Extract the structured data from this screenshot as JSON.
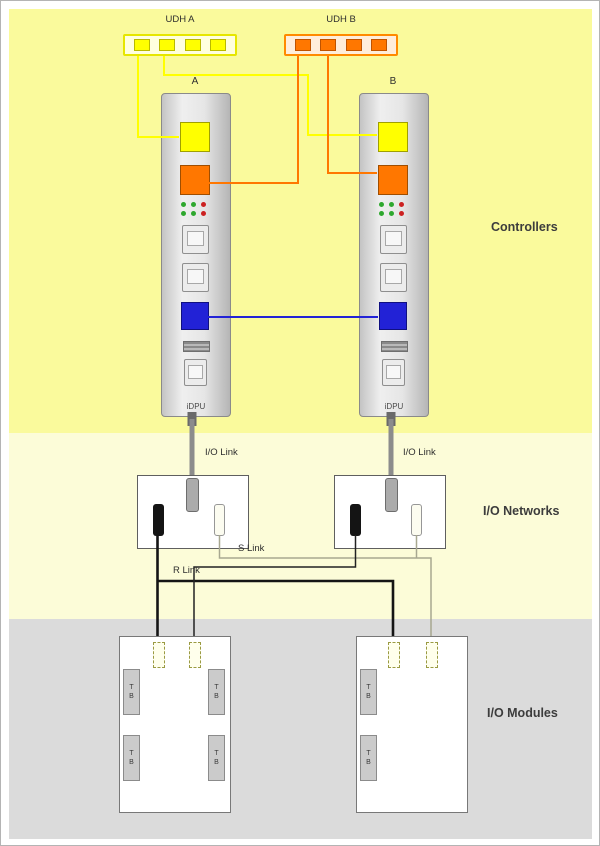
{
  "sections": {
    "controllers": "Controllers",
    "networks": "I/O Networks",
    "modules": "I/O Modules"
  },
  "udh": {
    "a": "UDH A",
    "b": "UDH B"
  },
  "controllers": {
    "a": "A",
    "b": "B",
    "cpu": "iDPU"
  },
  "links": {
    "io_left": "I/O Link",
    "io_right": "I/O Link",
    "s": "S Link",
    "r": "R Link"
  },
  "modules": {
    "tb": "TB"
  },
  "colors": {
    "band_controllers": "#FAFA9C",
    "band_networks": "#FCFCD8",
    "band_modules": "#DBDBDB",
    "accent_yellow": "#FFFF00",
    "accent_orange": "#FF7700",
    "accent_blue": "#2222D6",
    "led_green": "#2FA82F",
    "led_red": "#CC2222",
    "cable_gray": "#8C8C8C",
    "wire_dark": "#141414",
    "wire_light": "#A8A890",
    "udh_a_fill": "#FFFFDE",
    "udh_b_fill": "#FFEDDB"
  }
}
